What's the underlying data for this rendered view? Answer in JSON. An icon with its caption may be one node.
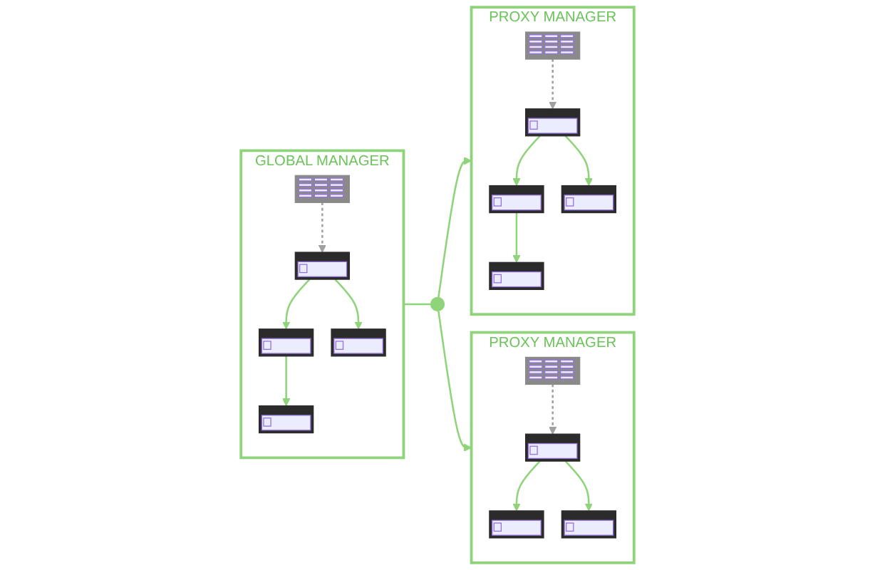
{
  "diagram": {
    "nodes": [
      {
        "text": [
          "GLOBAL MANAGER"
        ]
      },
      {
        "text": [],
        "shape": "picture",
        "in": 0
      },
      {
        "text": [],
        "shape": "picture",
        "in": 0
      },
      {
        "text": [],
        "shape": "picture",
        "in": 0
      },
      {
        "text": [],
        "shape": "picture",
        "in": 0
      },
      {
        "text": [],
        "shape": "picture",
        "in": 0
      },
      {
        "text": [],
        "shape": "circle"
      },
      {
        "text": [
          "PROXY MANAGER"
        ]
      },
      {
        "text": [],
        "shape": "picture",
        "in": 7
      },
      {
        "text": [],
        "shape": "picture",
        "in": 7
      },
      {
        "text": [],
        "shape": "picture",
        "in": 7
      },
      {
        "text": [],
        "shape": "picture",
        "in": 7
      },
      {
        "text": [],
        "shape": "picture",
        "in": 7
      },
      {
        "text": [
          "PROXY MANAGER"
        ]
      },
      {
        "text": [],
        "shape": "picture",
        "in": 13
      },
      {
        "text": [],
        "shape": "picture",
        "in": 13
      },
      {
        "text": [],
        "shape": "picture",
        "in": 13
      },
      {
        "text": [],
        "shape": "picture",
        "in": 13
      }
    ],
    "edges": [
      {
        "from": 1,
        "to": 2,
        "arrow": "to",
        "style": "dashed",
        "color": "#a0a0a0"
      },
      {
        "from": 2,
        "to": 3,
        "arrow": "to"
      },
      {
        "from": 2,
        "to": 4,
        "arrow": "to"
      },
      {
        "from": 3,
        "to": 5,
        "arrow": "to"
      },
      {
        "from": 0,
        "to": 6,
        "arrow": "none"
      },
      {
        "from": 6,
        "to": 7,
        "arrow": "to"
      },
      {
        "from": 6,
        "to": 13,
        "arrow": "to"
      },
      {
        "from": 8,
        "to": 9,
        "arrow": "to",
        "style": "dashed",
        "color": "#a0a0a0"
      },
      {
        "from": 9,
        "to": 10,
        "arrow": "to"
      },
      {
        "from": 9,
        "to": 11,
        "arrow": "to"
      },
      {
        "from": 10,
        "to": 12,
        "arrow": "to"
      },
      {
        "from": 14,
        "to": 15,
        "arrow": "to",
        "style": "dashed",
        "color": "#a0a0a0"
      },
      {
        "from": 15,
        "to": 16,
        "arrow": "to"
      },
      {
        "from": 15,
        "to": 17,
        "arrow": "to"
      }
    ]
  }
}
